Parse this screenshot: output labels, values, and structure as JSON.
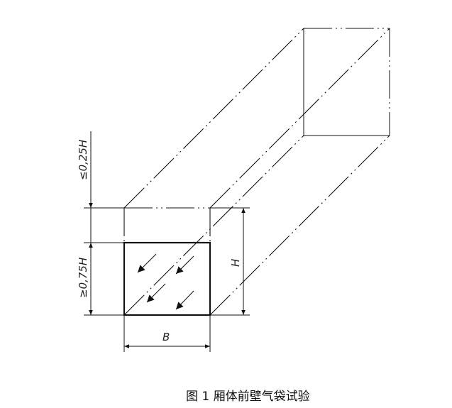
{
  "labels": {
    "top_dim": "≤0,25H",
    "bottom_dim": "≥0,75H",
    "height": "H",
    "width": "B"
  },
  "caption": "图 1 厢体前壁气袋试验"
}
